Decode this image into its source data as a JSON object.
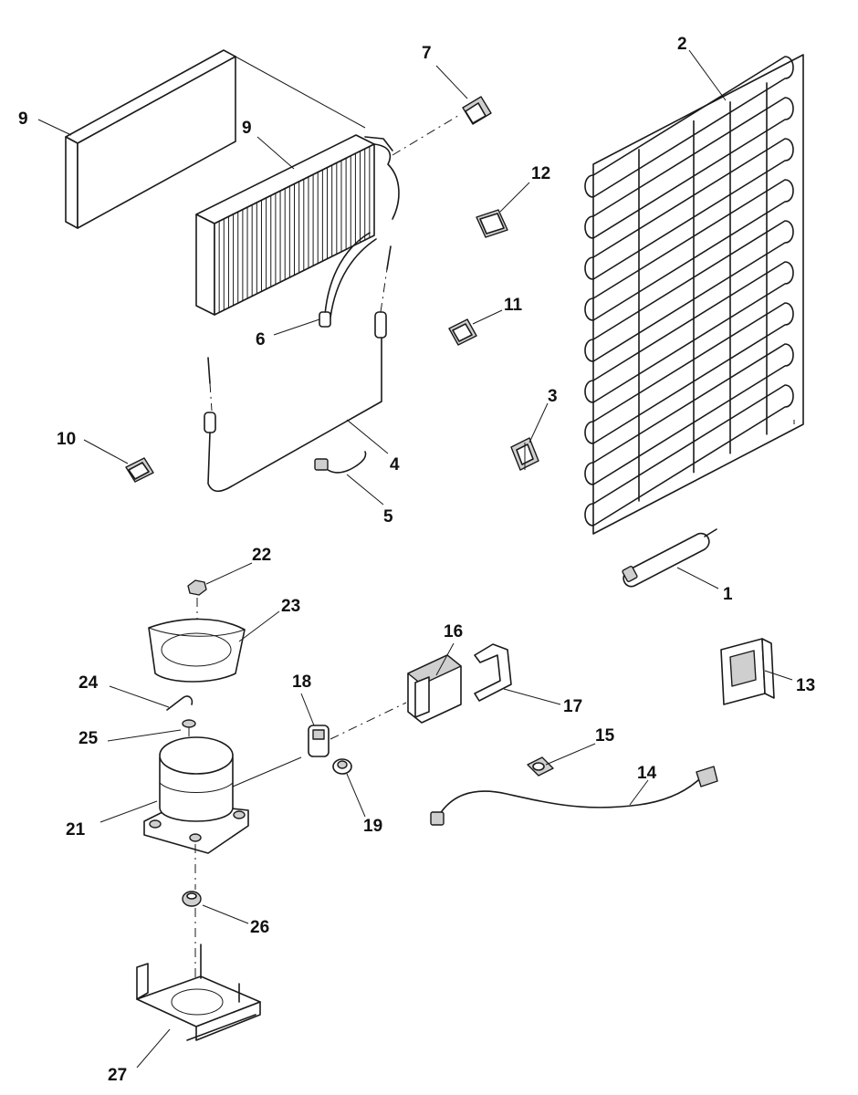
{
  "diagram": {
    "callouts": [
      {
        "id": "c1",
        "text": "1"
      },
      {
        "id": "c2",
        "text": "2"
      },
      {
        "id": "c3",
        "text": "3"
      },
      {
        "id": "c4",
        "text": "4"
      },
      {
        "id": "c5",
        "text": "5"
      },
      {
        "id": "c6",
        "text": "6"
      },
      {
        "id": "c7",
        "text": "7"
      },
      {
        "id": "c8",
        "text": "9"
      },
      {
        "id": "c9",
        "text": "9"
      },
      {
        "id": "c10",
        "text": "10"
      },
      {
        "id": "c11",
        "text": "11"
      },
      {
        "id": "c12",
        "text": "12"
      },
      {
        "id": "c13",
        "text": "13"
      },
      {
        "id": "c14",
        "text": "14"
      },
      {
        "id": "c15",
        "text": "15"
      },
      {
        "id": "c16",
        "text": "16"
      },
      {
        "id": "c17",
        "text": "17"
      },
      {
        "id": "c18",
        "text": "18"
      },
      {
        "id": "c19",
        "text": "19"
      },
      {
        "id": "c21",
        "text": "21"
      },
      {
        "id": "c22",
        "text": "22"
      },
      {
        "id": "c23",
        "text": "23"
      },
      {
        "id": "c24",
        "text": "24"
      },
      {
        "id": "c25",
        "text": "25"
      },
      {
        "id": "c26",
        "text": "26"
      },
      {
        "id": "c27",
        "text": "27"
      }
    ]
  }
}
